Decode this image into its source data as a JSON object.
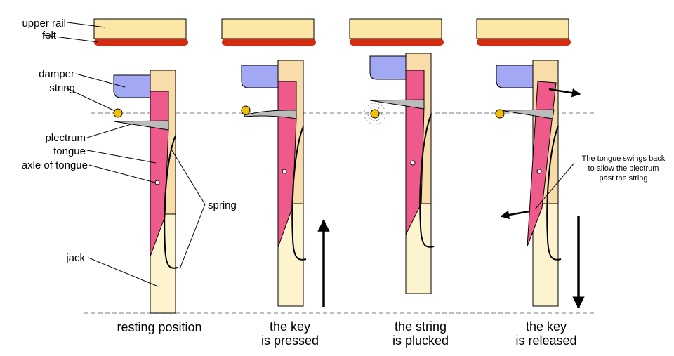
{
  "labels": {
    "upper_rail": "upper rail",
    "felt": "felt",
    "damper": "damper",
    "string": "string",
    "plectrum": "plectrum",
    "tongue": "tongue",
    "axle": "axle of tongue",
    "spring": "spring",
    "jack": "jack"
  },
  "stages": [
    {
      "line1": "resting position",
      "line2": ""
    },
    {
      "line1": "the key",
      "line2": "is pressed"
    },
    {
      "line1": "the string",
      "line2": "is plucked"
    },
    {
      "line1": "the key",
      "line2": "is released"
    }
  ],
  "note": {
    "line1": "The tongue swings back",
    "line2": "to allow the plectrum",
    "line3": "past the string"
  },
  "colors": {
    "rail": "#fde7a6",
    "felt": "#d42b12",
    "damper": "#a3a8f4",
    "tongue": "#ee5a8a",
    "jack_upper": "#f8dcaa",
    "jack_lower": "#fdf4cf",
    "plectrum": "#bbbbbb",
    "string": "#f3c000",
    "guide": "#999999"
  }
}
